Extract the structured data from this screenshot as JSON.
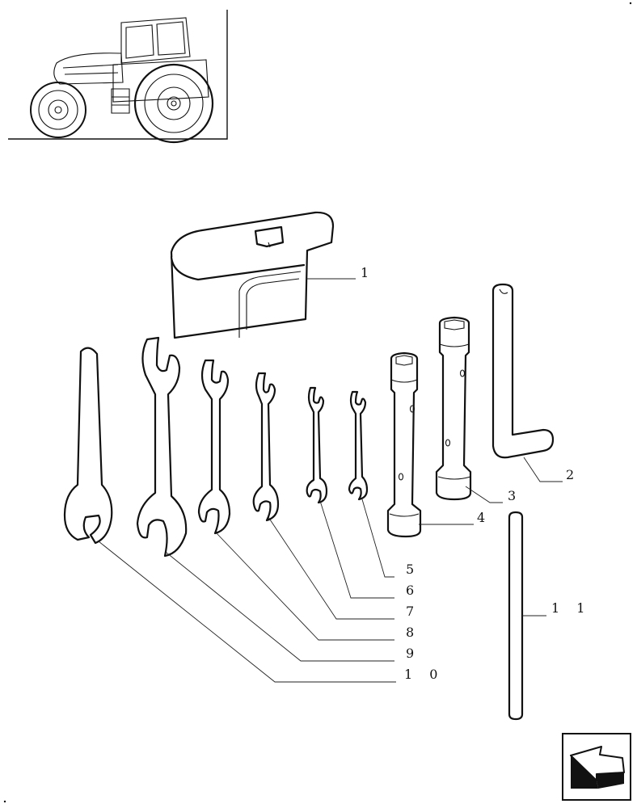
{
  "callouts": {
    "c1": "1",
    "c2": "2",
    "c3": "3",
    "c4": "4",
    "c5": "5",
    "c6": "6",
    "c7": "7",
    "c8": "8",
    "c9": "9",
    "c10": "1 0",
    "c11": "1 1"
  },
  "icons": {
    "thumbnail": "tractor-thumbnail-icon",
    "nav": "back-arrow-icon"
  }
}
